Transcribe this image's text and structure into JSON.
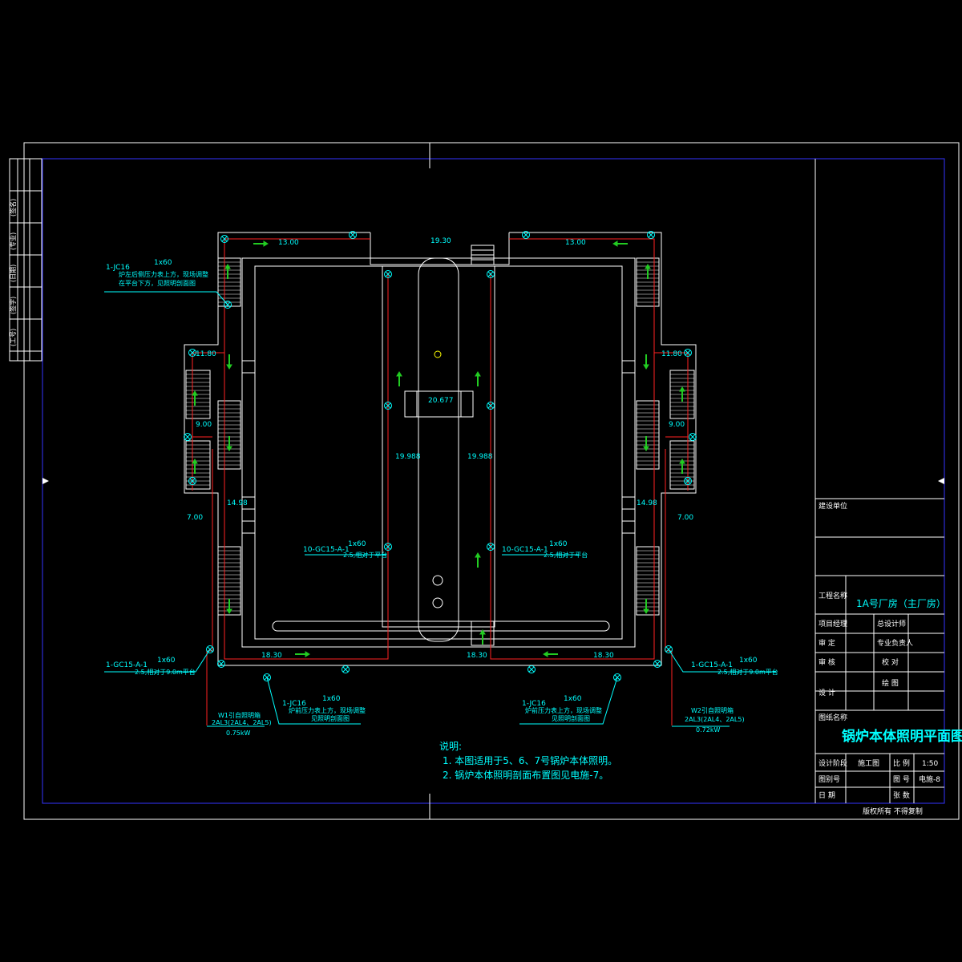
{
  "colors": {
    "frame": "#ffffff",
    "border": "#2a2aff",
    "wire": "#ff2222",
    "text": "#00ffff",
    "arrow": "#22cc22"
  },
  "elevations": {
    "top_left": "13.00",
    "top_center": "19.30",
    "top_right": "13.00",
    "left_upper": "11.80",
    "right_upper": "11.80",
    "left_mid": "9.00",
    "right_mid": "9.00",
    "left_low": "7.00",
    "right_low": "7.00",
    "left_inner": "14.98",
    "right_inner": "14.98",
    "center_box": "20.677",
    "center_left": "19.988",
    "center_right": "19.988",
    "bottom_left": "18.30",
    "bottom_center": "18.30",
    "bottom_right": "18.30"
  },
  "labels": {
    "top_left_fixture": "1-JC16",
    "top_left_fixture_spec": "1x60",
    "top_left_note1": "炉左后侧压力表上方，现场调整",
    "top_left_note2": "在平台下方，见照明剖面图",
    "mid_left_fixture": "10-GC15-A-1",
    "mid_left_spec": "1x60",
    "mid_left_note": "2.5,相对于平台",
    "mid_right_fixture": "10-GC15-A-1",
    "mid_right_spec": "1x60",
    "mid_right_note": "2.5,相对于平台",
    "bl_fixture": "1-GC15-A-1",
    "bl_spec": "1x60",
    "bl_note": "2.5,相对于9.0m平台",
    "br_fixture": "1-GC15-A-1",
    "br_spec": "1x60",
    "br_note": "2.5,相对于9.0m平台",
    "bottom_left_jc": "1-JC16",
    "bottom_left_jc_spec": "1x60",
    "bottom_left_jc_note1": "炉前压力表上方，现场调整",
    "bottom_left_jc_note2": "见照明剖面图",
    "bottom_right_jc": "1-JC16",
    "bottom_right_jc_spec": "1x60",
    "bottom_right_jc_note1": "炉前压力表上方，现场调整",
    "bottom_right_jc_note2": "见照明剖面图",
    "feed_left1": "W1引自照明箱",
    "feed_left2": "2AL3(2AL4、2AL5)",
    "feed_left3": "0.75kW",
    "feed_right1": "W2引自照明箱",
    "feed_right2": "2AL3(2AL4、2AL5)",
    "feed_right3": "0.72kW"
  },
  "notes": {
    "heading": "说明:",
    "line1": "1. 本图适用于5、6、7号锅炉本体照明。",
    "line2": "2. 锅炉本体照明剖面布置图见电施-7。"
  },
  "left_strip": {
    "cells": [
      "(签名)",
      "(专业)",
      "(日期)",
      "(签字)",
      "(工号)"
    ]
  },
  "title_block": {
    "owner_label": "建设单位",
    "project_label": "工程名称",
    "project_name": "1A号厂房（主厂房）",
    "row_headers": [
      "项目经理",
      "审 定",
      "审 核",
      "设 计"
    ],
    "row_mids": [
      "总设计师",
      "专业负责人",
      "校 对",
      "绘 图"
    ],
    "drawing_name_label": "图纸名称",
    "drawing_name": "锅炉本体照明平面图",
    "design_stage_label": "设计阶段",
    "design_stage": "施工图",
    "scale_label": "比 例",
    "scale": "1:50",
    "drawing_no_label": "图别号",
    "sheet_label": "图 号",
    "sheet_no": "电施-8",
    "date_label": "日 期",
    "count_label": "张 数",
    "copyright": "版权所有  不得复制"
  }
}
